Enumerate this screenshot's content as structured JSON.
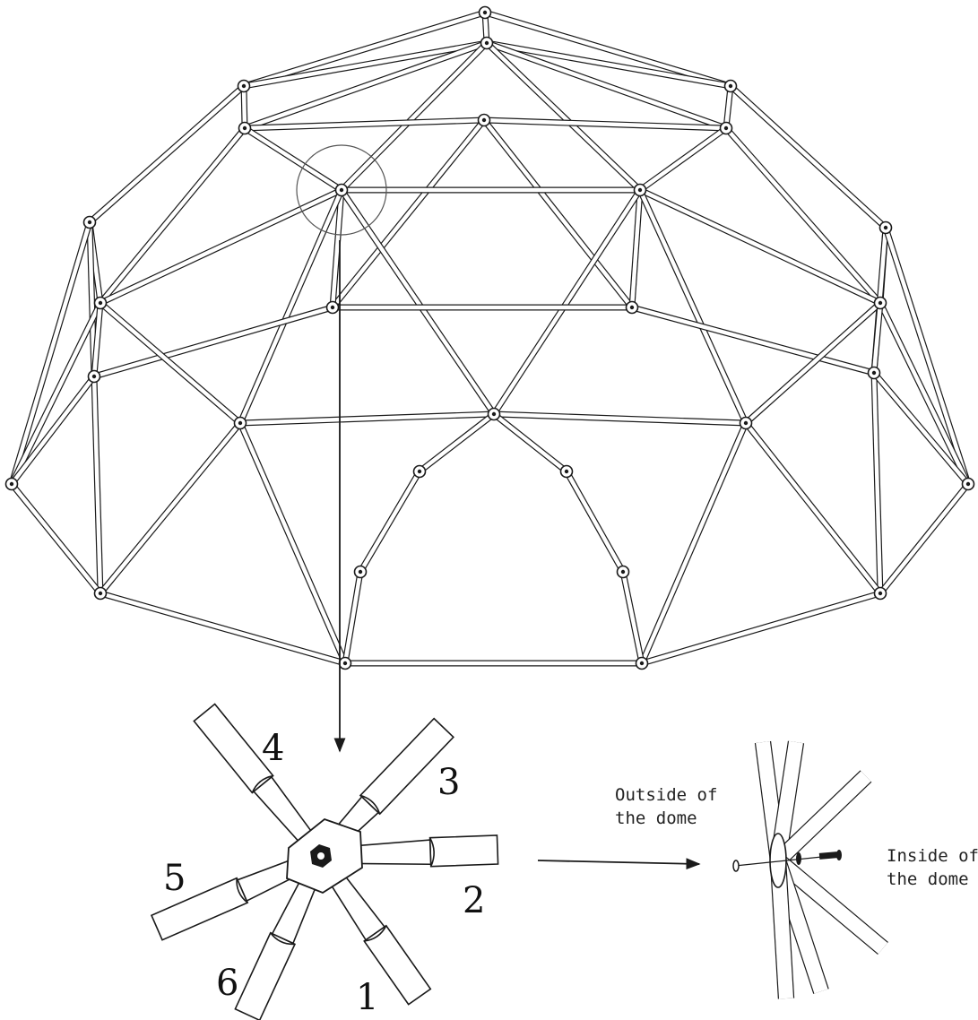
{
  "diagram": {
    "arm_labels": [
      "1",
      "2",
      "3",
      "4",
      "5",
      "6"
    ],
    "outside_label": [
      "Outside of",
      "the dome"
    ],
    "inside_label": [
      "Inside of",
      "the dome"
    ]
  },
  "colors": {
    "line": "#1a1a1a",
    "fill": "#ffffff"
  }
}
